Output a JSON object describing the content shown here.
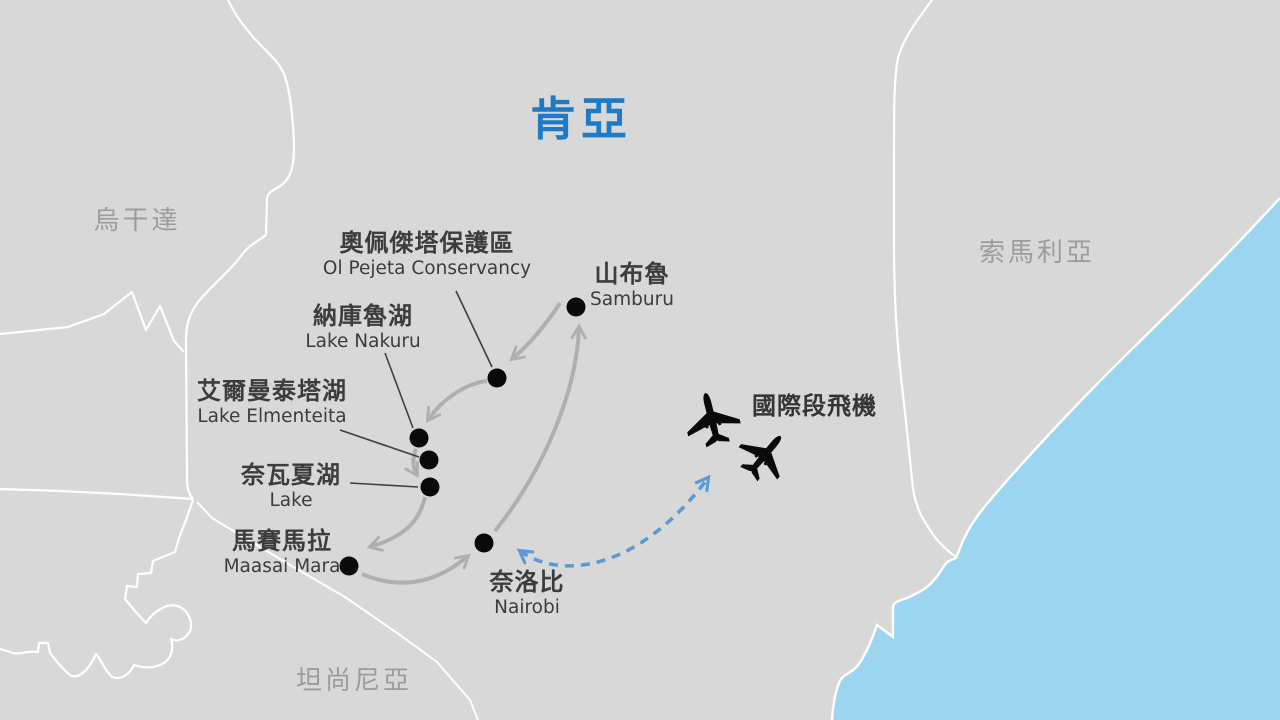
{
  "title": "肯亞",
  "neighbors": {
    "west": "烏干達",
    "east": "索馬利亞",
    "south": "坦尚尼亞"
  },
  "flight_label": "國際段飛機",
  "stops": [
    {
      "id": "samburu",
      "zh": "山布魯",
      "en": "Samburu"
    },
    {
      "id": "ol-pejeta",
      "zh": "奧佩傑塔保護區",
      "en": "Ol Pejeta Conservancy"
    },
    {
      "id": "lake-nakuru",
      "zh": "納庫魯湖",
      "en": "Lake Nakuru"
    },
    {
      "id": "lake-elmenteita",
      "zh": "艾爾曼泰塔湖",
      "en": "Lake Elmenteita"
    },
    {
      "id": "lake-naivasha",
      "zh": "奈瓦夏湖",
      "en": "Lake"
    },
    {
      "id": "maasai-mara",
      "zh": "馬賽馬拉",
      "en": "Maasai Mara"
    },
    {
      "id": "nairobi",
      "zh": "奈洛比",
      "en": "Nairobi"
    }
  ],
  "routes": [
    {
      "from": "Nairobi",
      "to": "Samburu",
      "mode": "ground"
    },
    {
      "from": "Samburu",
      "to": "Ol Pejeta Conservancy",
      "mode": "ground"
    },
    {
      "from": "Ol Pejeta Conservancy",
      "to": "Lake Nakuru",
      "mode": "ground"
    },
    {
      "from": "Lake Nakuru",
      "to": "Lake Naivasha",
      "mode": "ground"
    },
    {
      "from": "Lake Naivasha",
      "to": "Maasai Mara",
      "mode": "ground"
    },
    {
      "from": "Maasai Mara",
      "to": "Nairobi",
      "mode": "ground"
    },
    {
      "from": "Nairobi",
      "to": "International flight",
      "mode": "flight"
    }
  ],
  "colors": {
    "title_blue": "#1E7AC6",
    "flight_dash_blue": "#5B9BD5",
    "route_gray": "#AFAFAF",
    "land_gray": "#D8D8D8",
    "ocean_blue": "#9BD5EF",
    "border_white": "#FFFFFF",
    "marker_black": "#0A0A0A",
    "label_dark": "#3C3C3C",
    "neighbor_gray": "#9C9C9C"
  }
}
